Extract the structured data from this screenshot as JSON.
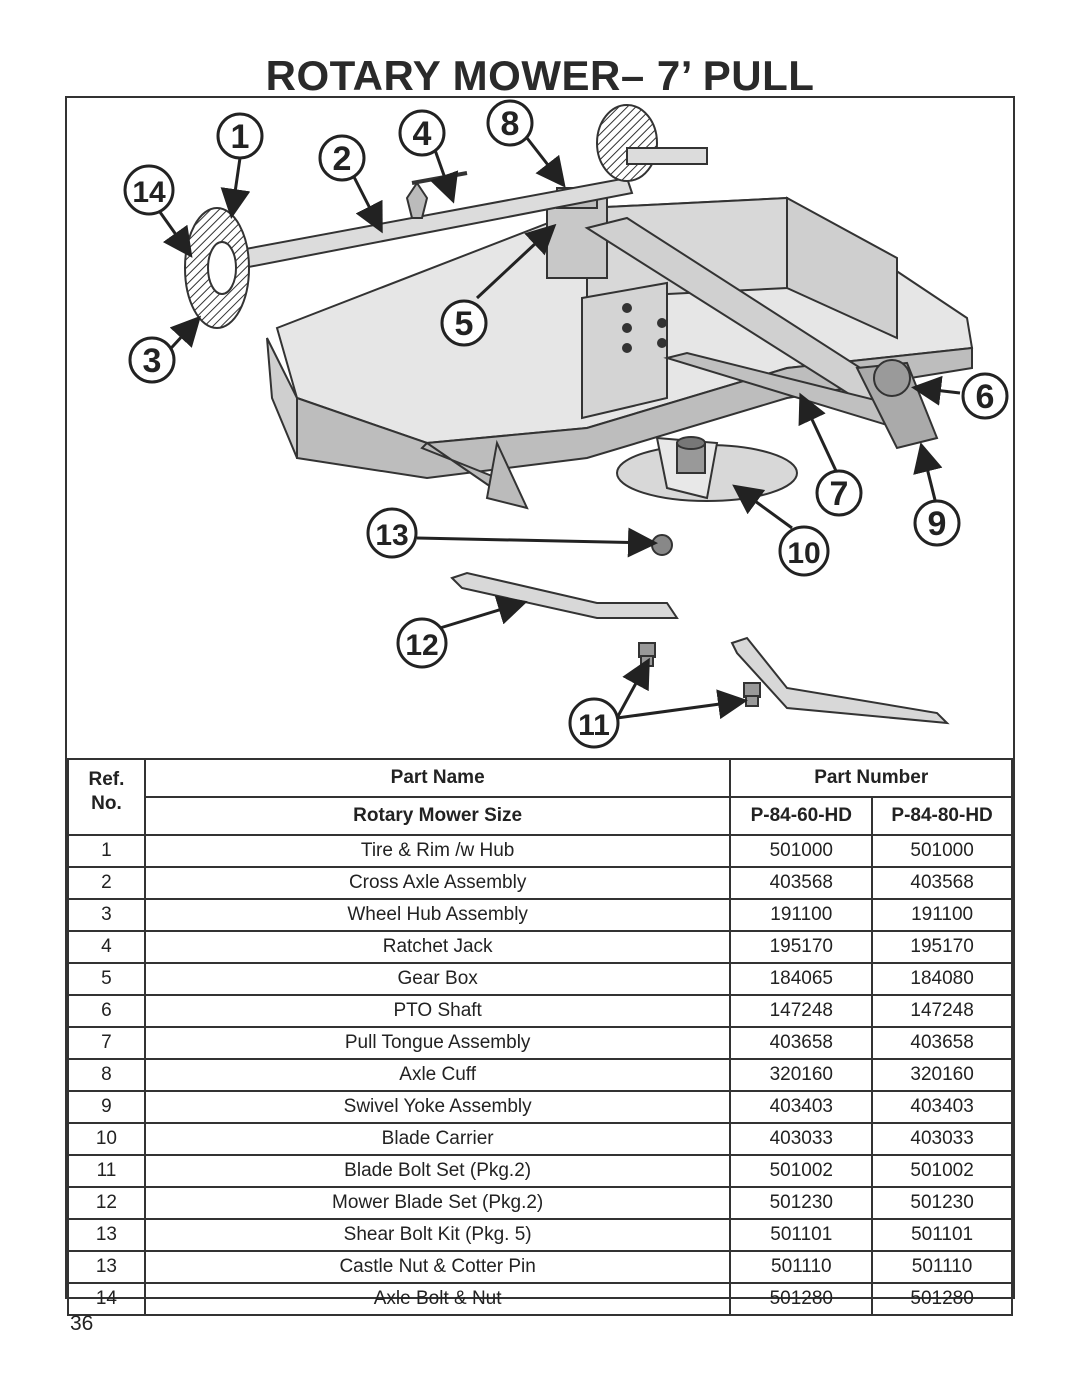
{
  "title": "ROTARY MOWER– 7’ PULL",
  "figure": {
    "callouts": [
      "1",
      "2",
      "3",
      "4",
      "5",
      "6",
      "7",
      "8",
      "9",
      "10",
      "11",
      "12",
      "13",
      "14"
    ]
  },
  "table": {
    "headers": {
      "ref_line1": "Ref.",
      "ref_line2": "No.",
      "part_name": "Part Name",
      "part_number": "Part Number",
      "mower_size": "Rotary Mower Size",
      "model_a": "P-84-60-HD",
      "model_b": "P-84-80-HD"
    },
    "rows": [
      {
        "ref": "1",
        "name": "Tire & Rim /w Hub",
        "a": "501000",
        "b": "501000"
      },
      {
        "ref": "2",
        "name": "Cross Axle Assembly",
        "a": "403568",
        "b": "403568"
      },
      {
        "ref": "3",
        "name": "Wheel Hub Assembly",
        "a": "191100",
        "b": "191100"
      },
      {
        "ref": "4",
        "name": "Ratchet Jack",
        "a": "195170",
        "b": "195170"
      },
      {
        "ref": "5",
        "name": "Gear Box",
        "a": "184065",
        "b": "184080"
      },
      {
        "ref": "6",
        "name": "PTO Shaft",
        "a": "147248",
        "b": "147248"
      },
      {
        "ref": "7",
        "name": "Pull Tongue Assembly",
        "a": "403658",
        "b": "403658"
      },
      {
        "ref": "8",
        "name": "Axle Cuff",
        "a": "320160",
        "b": "320160"
      },
      {
        "ref": "9",
        "name": "Swivel Yoke Assembly",
        "a": "403403",
        "b": "403403"
      },
      {
        "ref": "10",
        "name": "Blade Carrier",
        "a": "403033",
        "b": "403033"
      },
      {
        "ref": "11",
        "name": "Blade Bolt Set (Pkg.2)",
        "a": "501002",
        "b": "501002"
      },
      {
        "ref": "12",
        "name": "Mower Blade Set (Pkg.2)",
        "a": "501230",
        "b": "501230"
      },
      {
        "ref": "13",
        "name": "Shear Bolt Kit (Pkg. 5)",
        "a": "501101",
        "b": "501101"
      },
      {
        "ref": "13",
        "name": "Castle Nut & Cotter Pin",
        "a": "501110",
        "b": "501110"
      },
      {
        "ref": "14",
        "name": "Axle Bolt & Nut",
        "a": "501280",
        "b": "501280"
      }
    ]
  },
  "page_number": "36"
}
